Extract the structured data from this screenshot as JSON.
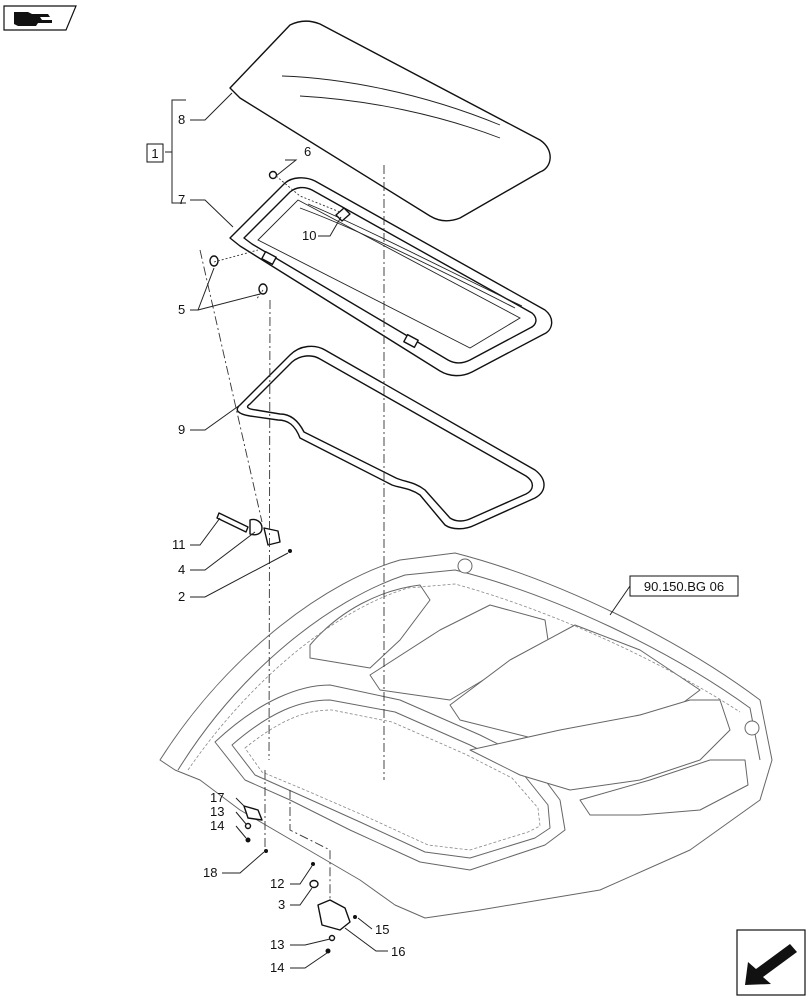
{
  "labels": {
    "l1": "1",
    "l2": "2",
    "l3": "3",
    "l4": "4",
    "l5": "5",
    "l6": "6",
    "l7": "7",
    "l8": "8",
    "l9": "9",
    "l10": "10",
    "l11": "11",
    "l12": "12",
    "l13a": "13",
    "l13b": "13",
    "l14a": "14",
    "l14b": "14",
    "l15": "15",
    "l16": "16",
    "l17": "17",
    "l18": "18",
    "ref": "90.150.BG 06"
  },
  "icons": {
    "top_left": "hand-pointing-icon",
    "bottom_right": "arrow-down-left-icon"
  },
  "colors": {
    "line": "#111111",
    "roof_line": "#666666",
    "background": "#ffffff"
  }
}
